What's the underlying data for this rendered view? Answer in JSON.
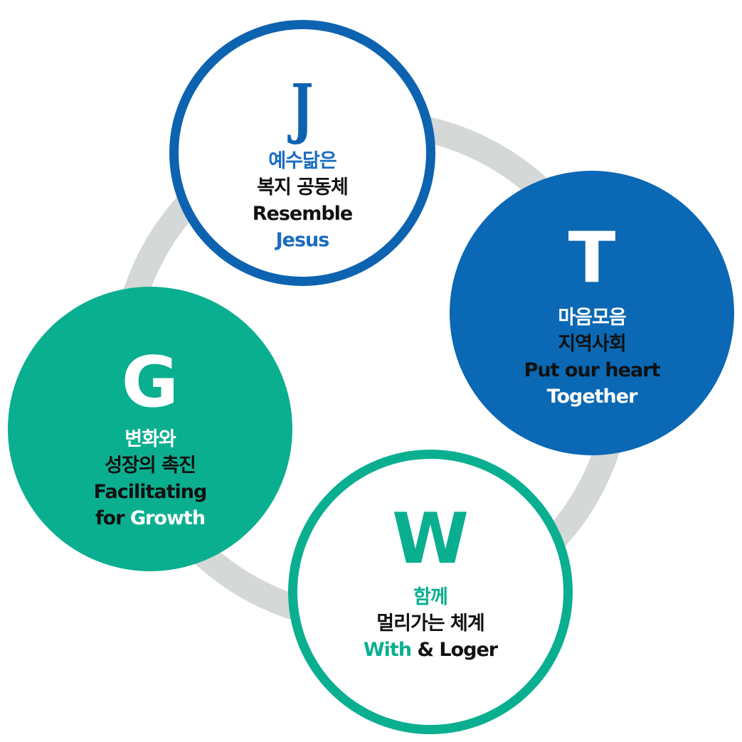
{
  "ring": {
    "color": "#d4d8d6"
  },
  "circles": {
    "j": {
      "letter": "J",
      "lines": [
        "예수닮은",
        "복지 공동체",
        "Resemble",
        "Jesus"
      ],
      "border_color": "#0d63b0",
      "fill": "#ffffff"
    },
    "t": {
      "letter": "T",
      "lines": [
        "마음모음",
        "지역사회",
        "Put our heart",
        "Together"
      ],
      "fill": "#0a68b4"
    },
    "g": {
      "letter": "G",
      "lines": [
        "변화와",
        "성장의 촉진",
        "Facilitating"
      ],
      "line4_part1": "for ",
      "line4_part2": "Growth",
      "fill": "#0aaf90"
    },
    "w": {
      "letter": "W",
      "lines": [
        "함께",
        "멀리가는 체계"
      ],
      "line3_part1": "With",
      "line3_part2": " & Loger",
      "border_color": "#0aaf90",
      "fill": "#ffffff"
    }
  }
}
